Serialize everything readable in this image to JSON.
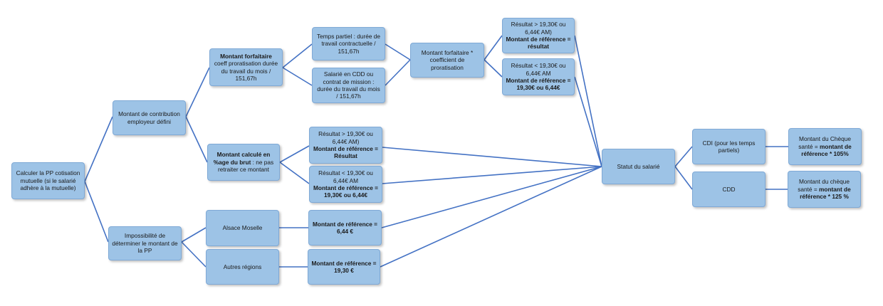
{
  "nodes": {
    "root": {
      "text": "Calculer la PP cotisation mutuelle (si le salarié adhère à la mutuelle)"
    },
    "defined": {
      "text": "Montant de contribution employeur défini"
    },
    "impossible": {
      "text": "Impossibilité de déterminer le montant de la PP"
    },
    "forfait": {
      "bold": "Montant forfaitaire",
      "text": "coeff  proratisation durée du travail du mois / 151,67h"
    },
    "pct": {
      "bold": "Montant calculé en %age du brut",
      "text": " : ne pas retraiter ce montant"
    },
    "alsace": {
      "text": "Alsace Moselle"
    },
    "autres": {
      "text": "Autres régions"
    },
    "tp": {
      "text": "Temps partiel : durée de travail contractuelle / 151,67h"
    },
    "cdd_mission": {
      "text": "Salarié en CDD ou contrat de mission : durée du travail du mois / 151,67h"
    },
    "pct_gt": {
      "text": "Résultat > 19,30€ ou 6,44€ AM)",
      "bold": "Montant de référence = Résultat"
    },
    "pct_lt": {
      "text": "Résultat  < 19,30€  ou 6,44€ AM",
      "bold": "Montant de référence = 19,30€ ou 6,44€"
    },
    "ref_644": {
      "bold": "Montant de référence = 6,44 €"
    },
    "ref_1930": {
      "bold": "Montant de référence = 19,30 €"
    },
    "forfait_coeff": {
      "text": "Montant forfaitaire * coefficient  de proratisation"
    },
    "res_gt": {
      "text": "Résultat  > 19,30€ ou 6,44€ AM)",
      "bold": "Montant de référence = résultat"
    },
    "res_lt": {
      "text": "Résultat  < 19,30€ ou 6,44€ AM",
      "bold": "Montant de référence =  19,30€ ou 6,44€"
    },
    "statut": {
      "text": "Statut du salarié"
    },
    "cdi": {
      "text": "CDI  (pour les temps partiels)"
    },
    "cdd": {
      "text": "CDD"
    },
    "cheque_cdi": {
      "text": "Montant du Chèque santé = ",
      "bold": "montant de référence * 105%"
    },
    "cheque_cdd": {
      "text": "Montant du chèque santé = ",
      "bold": "montant de référence * 125 %"
    }
  },
  "colors": {
    "box_fill": "#9dc3e6",
    "box_border": "#7fa9d6",
    "connector": "#4472c4"
  }
}
